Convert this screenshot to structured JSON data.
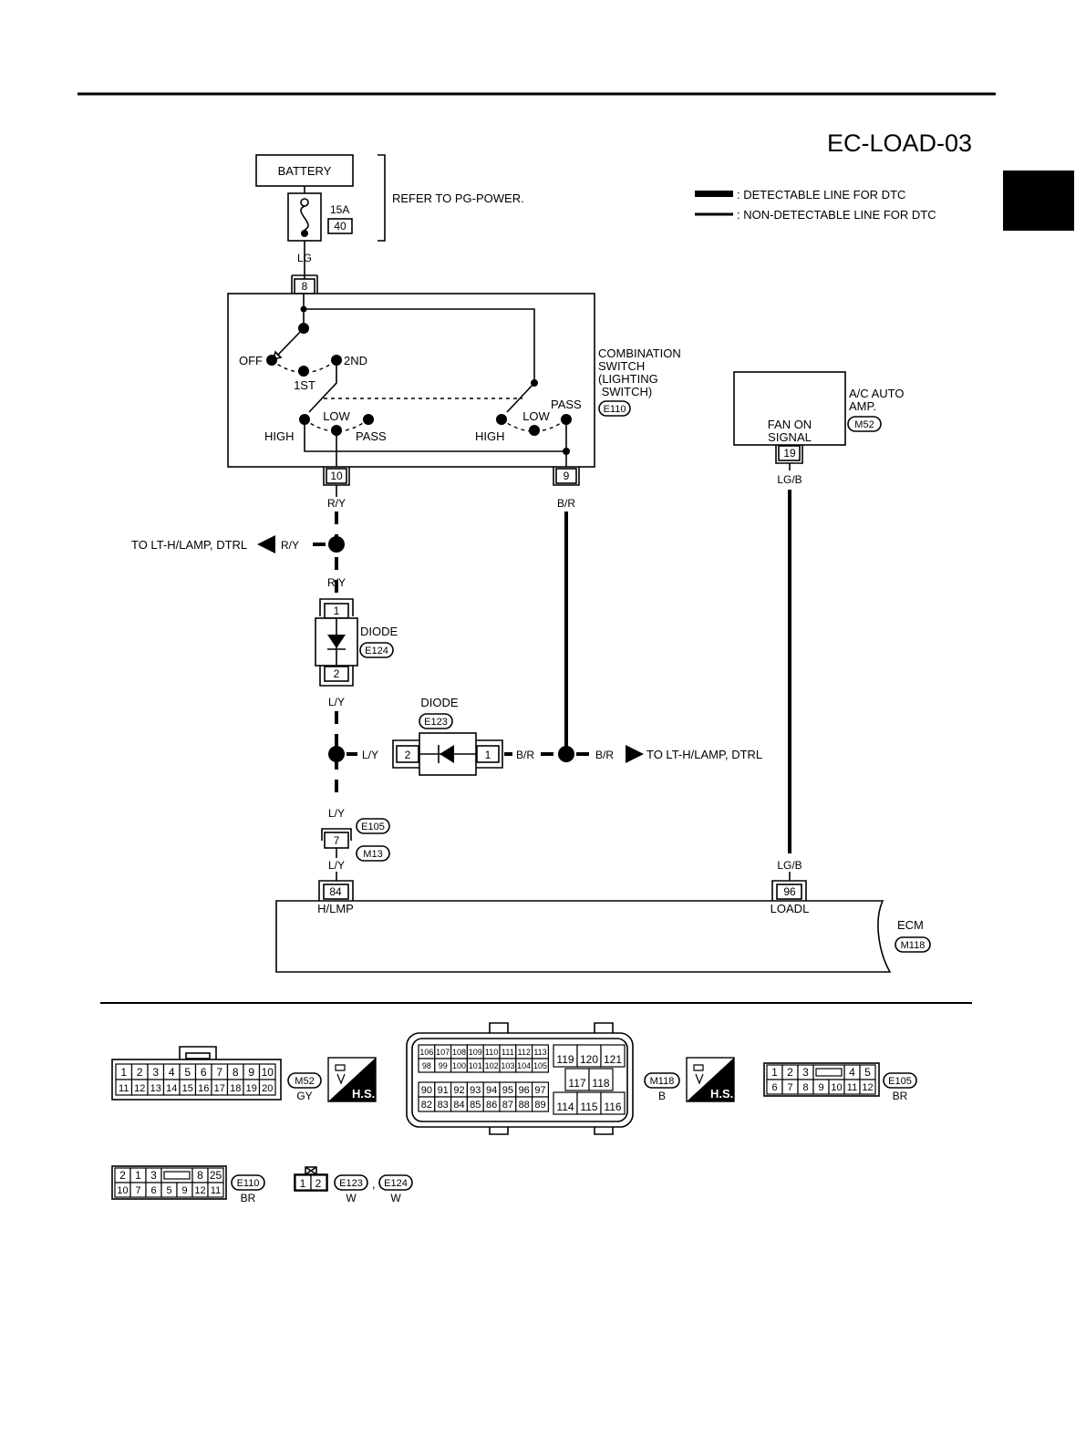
{
  "page": {
    "title": "EC-LOAD-03",
    "tab_color": "#000000"
  },
  "legend": {
    "detectable": ": DETECTABLE LINE FOR DTC",
    "non_detectable": ": NON-DETECTABLE LINE FOR DTC"
  },
  "battery": {
    "label": "BATTERY",
    "fuse_rating": "15A",
    "fuse_number": "40",
    "refer_note": "REFER TO PG-POWER."
  },
  "combination_switch": {
    "name_lines": [
      "COMBINATION",
      "SWITCH",
      "(LIGHTING",
      " SWITCH)"
    ],
    "connector": "E110",
    "pin_in": "8",
    "pin_out_left": "10",
    "pin_out_right": "9",
    "positions": {
      "off": "OFF",
      "first": "1ST",
      "second": "2ND",
      "high_left": "HIGH",
      "low_left": "LOW",
      "pass_left": "PASS",
      "high_right": "HIGH",
      "low_right": "LOW",
      "pass_right": "PASS"
    }
  },
  "ac_amp": {
    "name_lines": [
      "A/C AUTO",
      "AMP."
    ],
    "connector": "M52",
    "signal_lines": [
      "FAN ON",
      "SIGNAL"
    ],
    "pin": "19"
  },
  "wires": {
    "lg": "LG",
    "ry_top": "R/Y",
    "ry_branch": "R/Y",
    "ry_bottom": "R/Y",
    "br_top": "B/R",
    "lgb_top": "LG/B",
    "ly_top": "L/Y",
    "ly_branch": "L/Y",
    "ly_mid": "L/Y",
    "ly_bottom": "L/Y",
    "br_diode": "B/R",
    "br_branch": "B/R",
    "lgb_bottom": "LG/B"
  },
  "branches": {
    "left": "TO LT-H/LAMP, DTRL",
    "right": "TO LT-H/LAMP, DTRL"
  },
  "diode_e124": {
    "label": "DIODE",
    "connector": "E124",
    "pin_top": "1",
    "pin_bottom": "2"
  },
  "diode_e123": {
    "label": "DIODE",
    "connector": "E123",
    "pin_left": "2",
    "pin_right": "1"
  },
  "joint_connector": {
    "pin": "7",
    "connector_a": "E105",
    "connector_b": "M13"
  },
  "ecm": {
    "name": "ECM",
    "connector": "M118",
    "pin_left": "84",
    "pin_left_label": "H/LMP",
    "pin_right": "96",
    "pin_right_label": "LOADL"
  },
  "connector_views": {
    "m52": {
      "id": "M52",
      "color": "GY",
      "hs": "H.S.",
      "row1": [
        "1",
        "2",
        "3",
        "4",
        "5",
        "6",
        "7",
        "8",
        "9",
        "10"
      ],
      "row2": [
        "11",
        "12",
        "13",
        "14",
        "15",
        "16",
        "17",
        "18",
        "19",
        "20"
      ]
    },
    "m118": {
      "id": "M118",
      "color": "B",
      "hs": "H.S.",
      "row1": [
        "106",
        "107",
        "108",
        "109",
        "110",
        "111",
        "112",
        "113"
      ],
      "row2": [
        "98",
        "99",
        "100",
        "101",
        "102",
        "103",
        "104",
        "105"
      ],
      "row3": [
        "90",
        "91",
        "92",
        "93",
        "94",
        "95",
        "96",
        "97"
      ],
      "row4": [
        "82",
        "83",
        "84",
        "85",
        "86",
        "87",
        "88",
        "89"
      ],
      "right_row1": [
        "119",
        "120",
        "121"
      ],
      "right_row2": [
        "117",
        "118"
      ],
      "right_row3": [
        "114",
        "115",
        "116"
      ]
    },
    "e105": {
      "id": "E105",
      "color": "BR",
      "row1": [
        "1",
        "2",
        "3",
        "",
        "4",
        "5"
      ],
      "row2": [
        "6",
        "7",
        "8",
        "9",
        "10",
        "11",
        "12"
      ]
    },
    "e110": {
      "id": "E110",
      "color": "BR",
      "row1": [
        "2",
        "1",
        "3",
        "",
        "8",
        "25"
      ],
      "row2": [
        "10",
        "7",
        "6",
        "5",
        "9",
        "12",
        "11"
      ]
    },
    "e123_e124": {
      "id_a": "E123",
      "id_b": "E124",
      "separator": ",",
      "color_a": "W",
      "color_b": "W",
      "pins": [
        "1",
        "2"
      ]
    }
  }
}
